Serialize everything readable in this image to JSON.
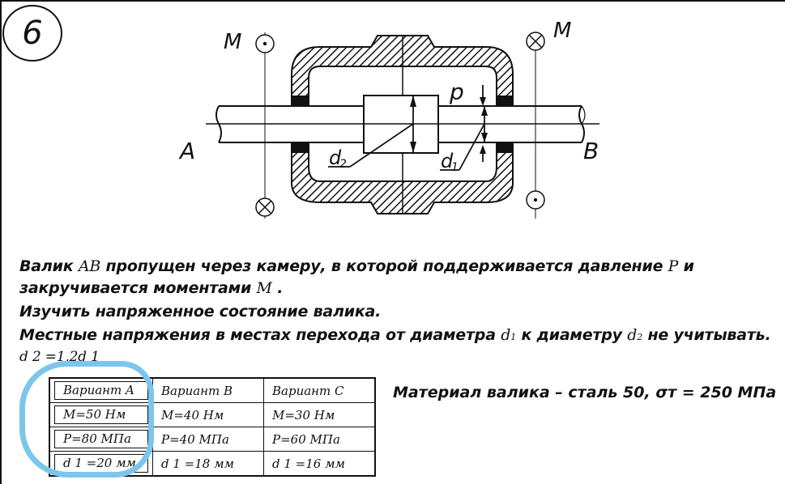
{
  "figure_number": "6",
  "drawing": {
    "label_A": "A",
    "label_B": "B",
    "label_M_left": "M",
    "label_M_right": "M",
    "label_p": "p",
    "label_d1": "d",
    "label_d1_sub": "1",
    "label_d2": "d",
    "label_d2_sub": "2"
  },
  "text": {
    "line1_a": "Валик ",
    "line1_b": "AB",
    "line1_c": "  пропущен через камеру, в которой поддерживается давление ",
    "line1_d": "P",
    "line1_e": "  и",
    "line2_a": "закручивается моментами ",
    "line2_b": "M",
    "line2_c": " .",
    "line3": "Изучить напряженное состояние валика.",
    "line4_a": "Местные напряжения в местах перехода от диаметра ",
    "line4_b": "d",
    "line4_c": "1",
    "line4_d": "  к диаметру ",
    "line4_e": "d",
    "line4_f": "2",
    "line4_g": "  не учитывать.",
    "line5": "d 2 =1,2d 1"
  },
  "table": {
    "rows": [
      [
        "Вариант A",
        "Вариант B",
        "Вариант C"
      ],
      [
        "M=50 Нм",
        "M=40 Нм",
        "M=30 Нм"
      ],
      [
        "P=80 МПа",
        "P=40 МПа",
        "P=60 МПа"
      ],
      [
        "d 1 =20 мм",
        "d 1 =18 мм",
        "d 1 =16 мм"
      ]
    ]
  },
  "material": "Материал валика – сталь 50, σт = 250 МПа",
  "colors": {
    "ink": "#111111",
    "highlight": "#7cc6ec"
  }
}
